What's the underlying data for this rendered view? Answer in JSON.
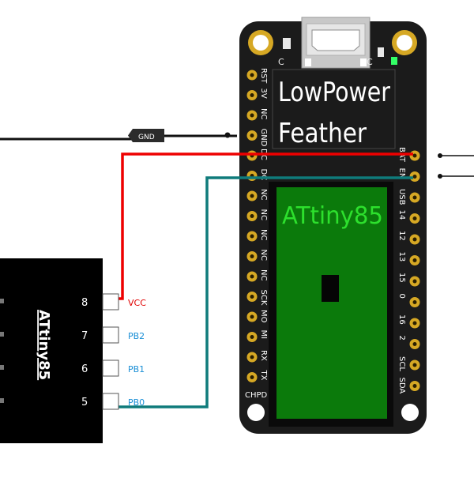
{
  "board": {
    "title_line1": "LowPower",
    "title_line2": "Feather",
    "left_pins": [
      "RST",
      "3V",
      "NC",
      "GND",
      "DC",
      "DC",
      "NC",
      "NC",
      "NC",
      "NC",
      "NC",
      "SCK",
      "MO",
      "MI",
      "RX",
      "TX"
    ],
    "left_bottom_label": "CHPD",
    "right_pins": [
      "BAT",
      "EN",
      "USB",
      "14",
      "12",
      "13",
      "15",
      "0",
      "16",
      "2",
      "SCL",
      "SDA"
    ],
    "top_labels": [
      "C",
      "C"
    ]
  },
  "module": {
    "label": "ATtiny85"
  },
  "chip": {
    "label": "ATtiny85",
    "pins": [
      {
        "number": "8",
        "name": "VCC",
        "color": "#e00000"
      },
      {
        "number": "7",
        "name": "PB2",
        "color": "#1a8fd6"
      },
      {
        "number": "6",
        "name": "PB1",
        "color": "#1a8fd6"
      },
      {
        "number": "5",
        "name": "PB0",
        "color": "#1a8fd6"
      }
    ]
  },
  "wires": {
    "gnd_label": "GND",
    "colors": {
      "gnd": "#111111",
      "vcc": "#ee0000",
      "signal": "#0f7b7b"
    }
  },
  "colors": {
    "board": "#1b1b1b",
    "pad_gold": "#d6a824",
    "module_green": "#0b7a0b",
    "module_text": "#2de02d"
  }
}
